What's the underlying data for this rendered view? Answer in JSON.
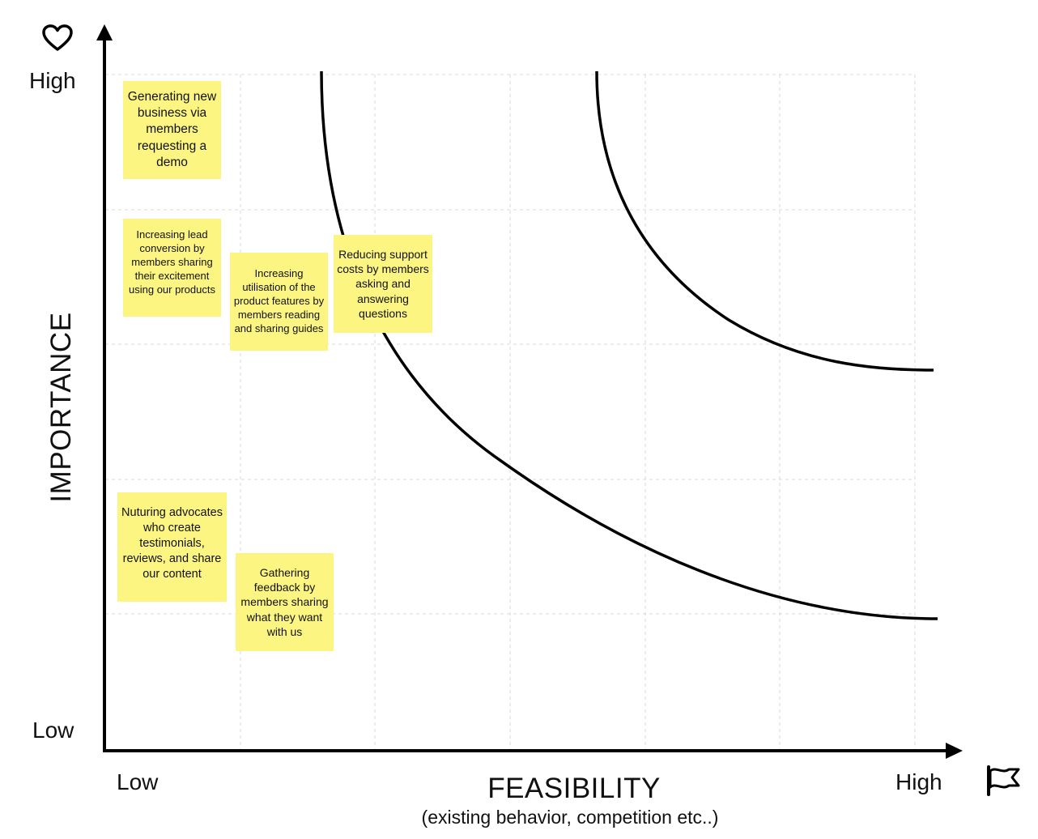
{
  "axes": {
    "y_title": "IMPORTANCE",
    "y_high": "High",
    "y_low": "Low",
    "x_title": "FEASIBILITY",
    "x_subtitle": "(existing behavior, competition etc..)",
    "x_low": "Low",
    "x_high": "High"
  },
  "icons": {
    "y_axis": "heart-icon",
    "x_axis": "flag-icon"
  },
  "notes": [
    {
      "text": "Generating new business via members requesting a demo"
    },
    {
      "text": "Increasing lead conversion by members sharing their excitement using our products"
    },
    {
      "text": "Increasing utilisation of the product features by members reading and sharing guides"
    },
    {
      "text": "Reducing support costs by members asking and answering questions"
    },
    {
      "text": "Nuturing advocates who create testimonials, reviews, and share our content"
    },
    {
      "text": "Gathering feedback by members sharing what they want with us"
    }
  ],
  "colors": {
    "note": "#fdf582",
    "axis": "#000000",
    "grid": "#d9d9d9"
  }
}
